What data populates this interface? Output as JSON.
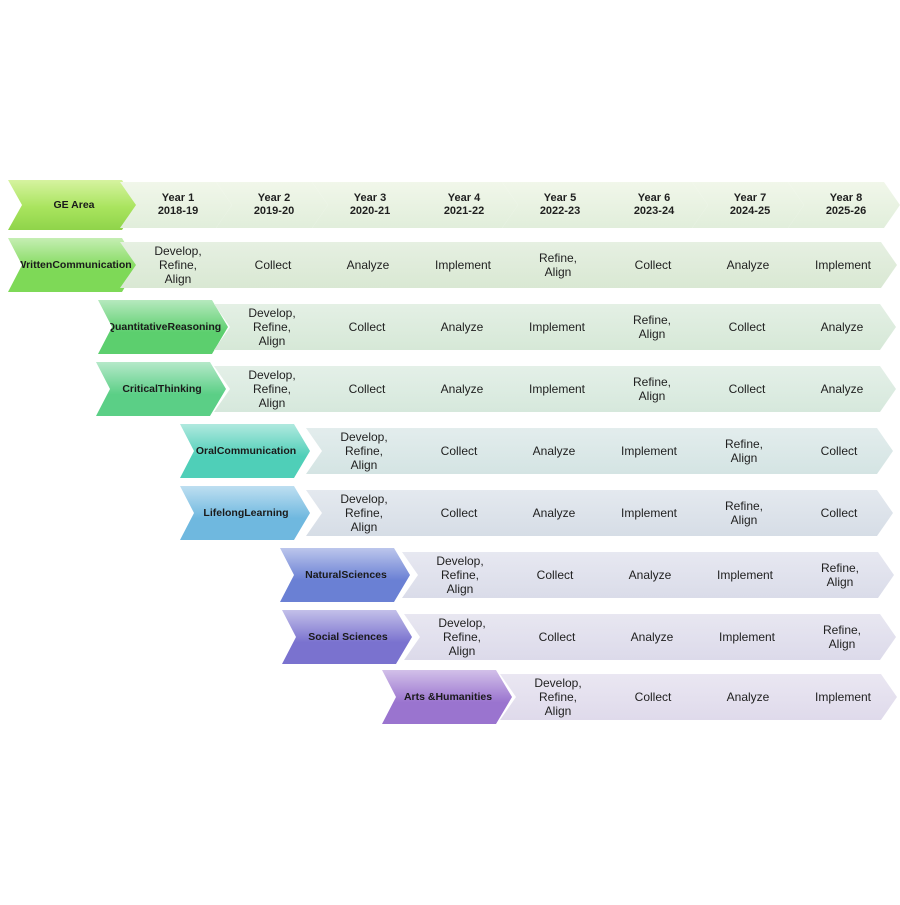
{
  "header": {
    "label": "GE Area",
    "years": [
      {
        "year": "Year 1",
        "span": "2018-19"
      },
      {
        "year": "Year 2",
        "span": "2019-20"
      },
      {
        "year": "Year 3",
        "span": "2020-21"
      },
      {
        "year": "Year 4",
        "span": "2021-22"
      },
      {
        "year": "Year 5",
        "span": "2022-23"
      },
      {
        "year": "Year 6",
        "span": "2023-24"
      },
      {
        "year": "Year 7",
        "span": "2024-25"
      },
      {
        "year": "Year 8",
        "span": "2025-26"
      }
    ]
  },
  "areas": [
    {
      "name": "Written\nCommunication",
      "color": "#7ed957",
      "cellColor": "#d9e8d3",
      "steps": [
        "Develop,\nRefine,\nAlign",
        "Collect",
        "Analyze",
        "Implement",
        "Refine,\nAlign",
        "Collect",
        "Analyze",
        "Implement"
      ]
    },
    {
      "name": "Quantitative\nReasoning",
      "color": "#5ccf6e",
      "cellColor": "#d6e8d7",
      "steps": [
        "Develop,\nRefine,\nAlign",
        "Collect",
        "Analyze",
        "Implement",
        "Refine,\nAlign",
        "Collect",
        "Analyze"
      ]
    },
    {
      "name": "Critical\nThinking",
      "color": "#5bcf86",
      "cellColor": "#d6e8dc",
      "steps": [
        "Develop,\nRefine,\nAlign",
        "Collect",
        "Analyze",
        "Implement",
        "Refine,\nAlign",
        "Collect",
        "Analyze"
      ]
    },
    {
      "name": "Oral\nCommunication",
      "color": "#4fcfb8",
      "cellColor": "#d4e4e3",
      "steps": [
        "Develop,\nRefine,\nAlign",
        "Collect",
        "Analyze",
        "Implement",
        "Refine,\nAlign",
        "Collect"
      ]
    },
    {
      "name": "Lifelong\nLearning",
      "color": "#6fb8df",
      "cellColor": "#d6dde6",
      "steps": [
        "Develop,\nRefine,\nAlign",
        "Collect",
        "Analyze",
        "Implement",
        "Refine,\nAlign",
        "Collect"
      ]
    },
    {
      "name": "Natural\nSciences",
      "color": "#6a80d4",
      "cellColor": "#dadce9",
      "steps": [
        "Develop,\nRefine,\nAlign",
        "Collect",
        "Analyze",
        "Implement",
        "Refine,\nAlign"
      ]
    },
    {
      "name": "Social Sciences",
      "color": "#7a72cf",
      "cellColor": "#dcdaea",
      "steps": [
        "Develop,\nRefine,\nAlign",
        "Collect",
        "Analyze",
        "Implement",
        "Refine,\nAlign"
      ]
    },
    {
      "name": "Arts &\nHumanities",
      "color": "#9a74cf",
      "cellColor": "#dfdaeb",
      "steps": [
        "Develop,\nRefine,\nAlign",
        "Collect",
        "Analyze",
        "Implement"
      ]
    }
  ]
}
